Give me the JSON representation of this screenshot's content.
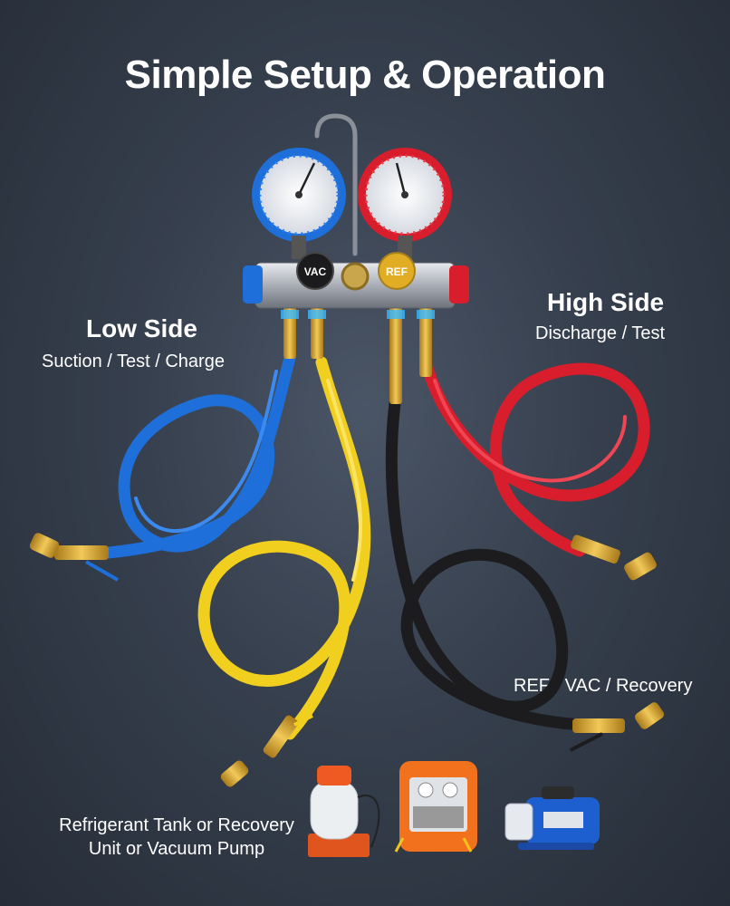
{
  "title": "Simple Setup & Operation",
  "low_side": {
    "title": "Low Side",
    "subtitle": "Suction / Test / Charge",
    "color": "#1e6fd9"
  },
  "high_side": {
    "title": "High Side",
    "subtitle": "Discharge / Test",
    "color": "#d81e2c"
  },
  "service_hose": {
    "label": "REF / VAC / Recovery"
  },
  "equipment": {
    "line1": "Refrigerant Tank or Recovery",
    "line2": "Unit or Vacuum Pump"
  },
  "manifold": {
    "vac_knob": "VAC",
    "ref_knob": "REF"
  },
  "hose_colors": {
    "blue": "#1e6fd9",
    "yellow": "#f1cf1e",
    "black": "#1c1c1e",
    "red": "#d81e2c",
    "brass": "#d9a62e"
  }
}
